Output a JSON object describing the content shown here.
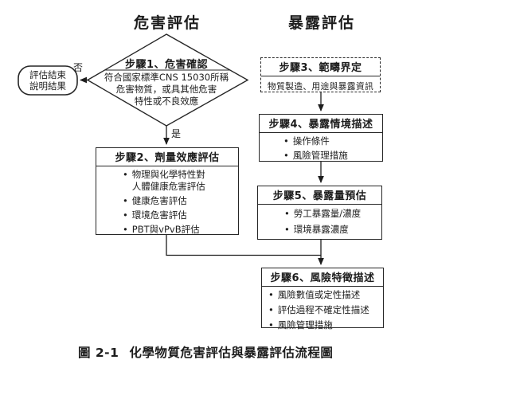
{
  "glyphs": {
    "bullet": "•"
  },
  "headers": {
    "hazard_assessment": "危害評估",
    "exposure_assessment": "暴露評估"
  },
  "decision": {
    "title": "步驟1、危害確認",
    "body_line1": "符合國家標準CNS 15030所稱",
    "body_line2": "危害物質，或具其他危害",
    "body_line3": "特性或不良效應",
    "no_label": "否",
    "yes_label": "是"
  },
  "terminal": {
    "line1": "評估結束",
    "line2": "說明結果"
  },
  "steps": {
    "step2": {
      "title": "步驟2、劑量效應評估",
      "bullet1_line1": "物理與化學特性對",
      "bullet1_line2": "人體健康危害評估",
      "bullets": [
        "健康危害評估",
        "環境危害評估",
        "PBT與vPvB評估"
      ]
    },
    "step3": {
      "title": "步驟3、範疇界定",
      "body": "物質製造、用途與暴露資訊"
    },
    "step4": {
      "title": "步驟4、暴露情境描述",
      "bullets": [
        "操作條件",
        "風險管理措施"
      ]
    },
    "step5": {
      "title": "步驟5、暴露量預估",
      "bullets": [
        "勞工暴露量/濃度",
        "環境暴露濃度"
      ]
    },
    "step6": {
      "title": "步驟6、風險特徵描述",
      "bullets": [
        "風險數值或定性描述",
        "評估過程不確定性描述",
        "風險管理措施"
      ]
    }
  },
  "caption": {
    "number": "圖 2-1",
    "text": "化學物質危害評估與暴露評估流程圖"
  },
  "colors": {
    "ink": "#1d1d1d",
    "border": "#262626",
    "background": "#ffffff"
  }
}
